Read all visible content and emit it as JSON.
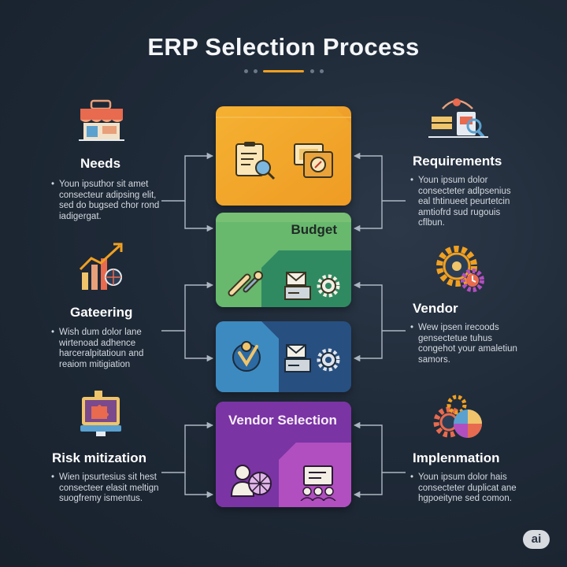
{
  "title": "ERP Selection Process",
  "badge": "ai",
  "colors": {
    "orange": "#f0a021",
    "green": "#5fb86a",
    "teal": "#2f8a62",
    "blue": "#2c5f96",
    "purple": "#7d3aa5",
    "magenta": "#a048b8"
  },
  "cards": {
    "budget": "Budget",
    "vendor_selection": "Vendor Selection"
  },
  "left": [
    {
      "title": "Needs",
      "icon": "store-icon",
      "body": "Youn ipsuthor sit amet consecteur adipsing elit, sed do bugsed chor rond iadigergat."
    },
    {
      "title": "Gateering",
      "icon": "growth-chart-icon",
      "body": "Wish dum dolor lane wirtenoad adhence harceralpitatioun and reaiom mitigiation"
    },
    {
      "title": "Risk mitization",
      "icon": "puzzle-monitor-icon",
      "body": "Wien ipsurtesius sit hest consecteer elasit meltign suogfremy ismentus."
    }
  ],
  "right": [
    {
      "title": "Requirements",
      "icon": "requirements-tools-icon",
      "body": "Youn ipsum dolor consecteter adlpsenius eal thtinueet peurtetcin amtiofrd sud rugouis cflbun."
    },
    {
      "title": "Vendor",
      "icon": "gear-clock-icon",
      "body": "Wew ipsen irecoods gensectetue tuhus congehot your amaletiun samors."
    },
    {
      "title": "Implenmation",
      "icon": "gears-pie-icon",
      "body": "Youn ipsum dolor hais consecteter duplicat ane hgpoeityne sed comon."
    }
  ]
}
